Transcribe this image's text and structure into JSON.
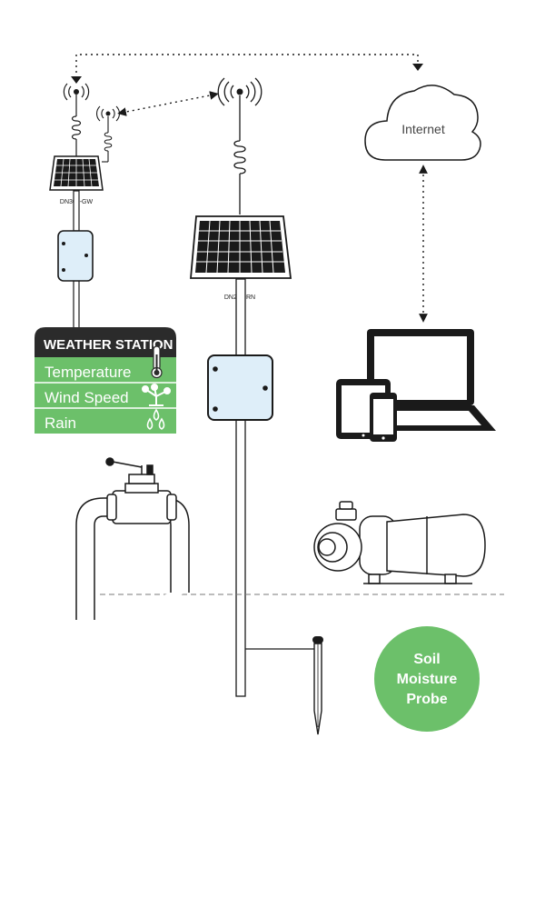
{
  "colors": {
    "green": "#6cc06a",
    "dark": "#2b2b2b",
    "enclosure": "#deeef9",
    "line": "#1a1a1a"
  },
  "gateway": {
    "label": "DN300-GW"
  },
  "repeater": {
    "label": "DN200-RN"
  },
  "weather_station": {
    "title": "WEATHER STATION",
    "rows": [
      {
        "label": "Temperature",
        "icon": "thermometer-icon"
      },
      {
        "label": "Wind Speed",
        "icon": "anemometer-icon"
      },
      {
        "label": "Rain",
        "icon": "raindrops-icon"
      }
    ]
  },
  "cloud": {
    "label": "Internet"
  },
  "probe": {
    "line1": "Soil",
    "line2": "Moisture",
    "line3": "Probe"
  }
}
